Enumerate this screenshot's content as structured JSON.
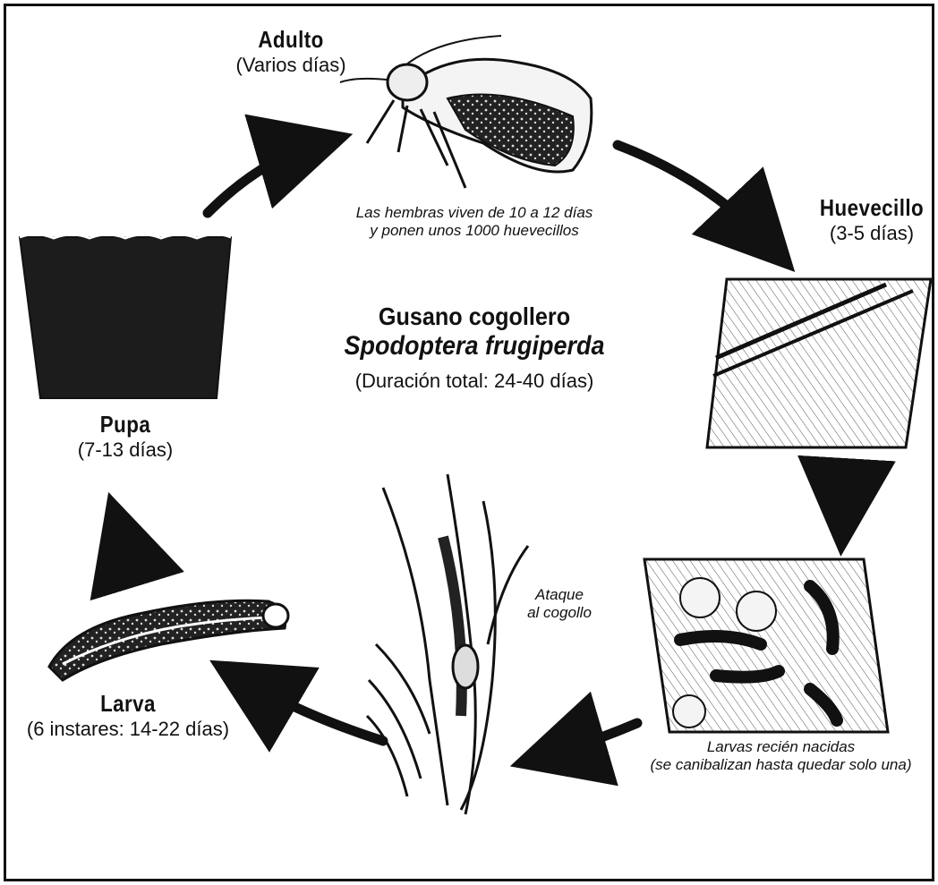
{
  "title": {
    "common_name": "Gusano cogollero",
    "scientific_name": "Spodoptera frugiperda",
    "total_duration": "(Duración total: 24-40 días)"
  },
  "stages": {
    "adult": {
      "label": "Adulto",
      "duration": "(Varios días)",
      "note_line1": "Las hembras viven de 10 a 12 días",
      "note_line2": "y ponen unos 1000 huevecillos"
    },
    "egg": {
      "label": "Huevecillo",
      "duration": "(3-5 días)"
    },
    "hatchlings": {
      "note_line1": "Larvas recién nacidas",
      "note_line2": "(se canibalizan hasta quedar solo una)"
    },
    "attack": {
      "note_line1": "Ataque",
      "note_line2": "al cogollo"
    },
    "larva": {
      "label": "Larva",
      "duration": "(6 instares: 14-22 días)"
    },
    "pupa": {
      "label": "Pupa",
      "duration": "(7-13 días)"
    }
  }
}
